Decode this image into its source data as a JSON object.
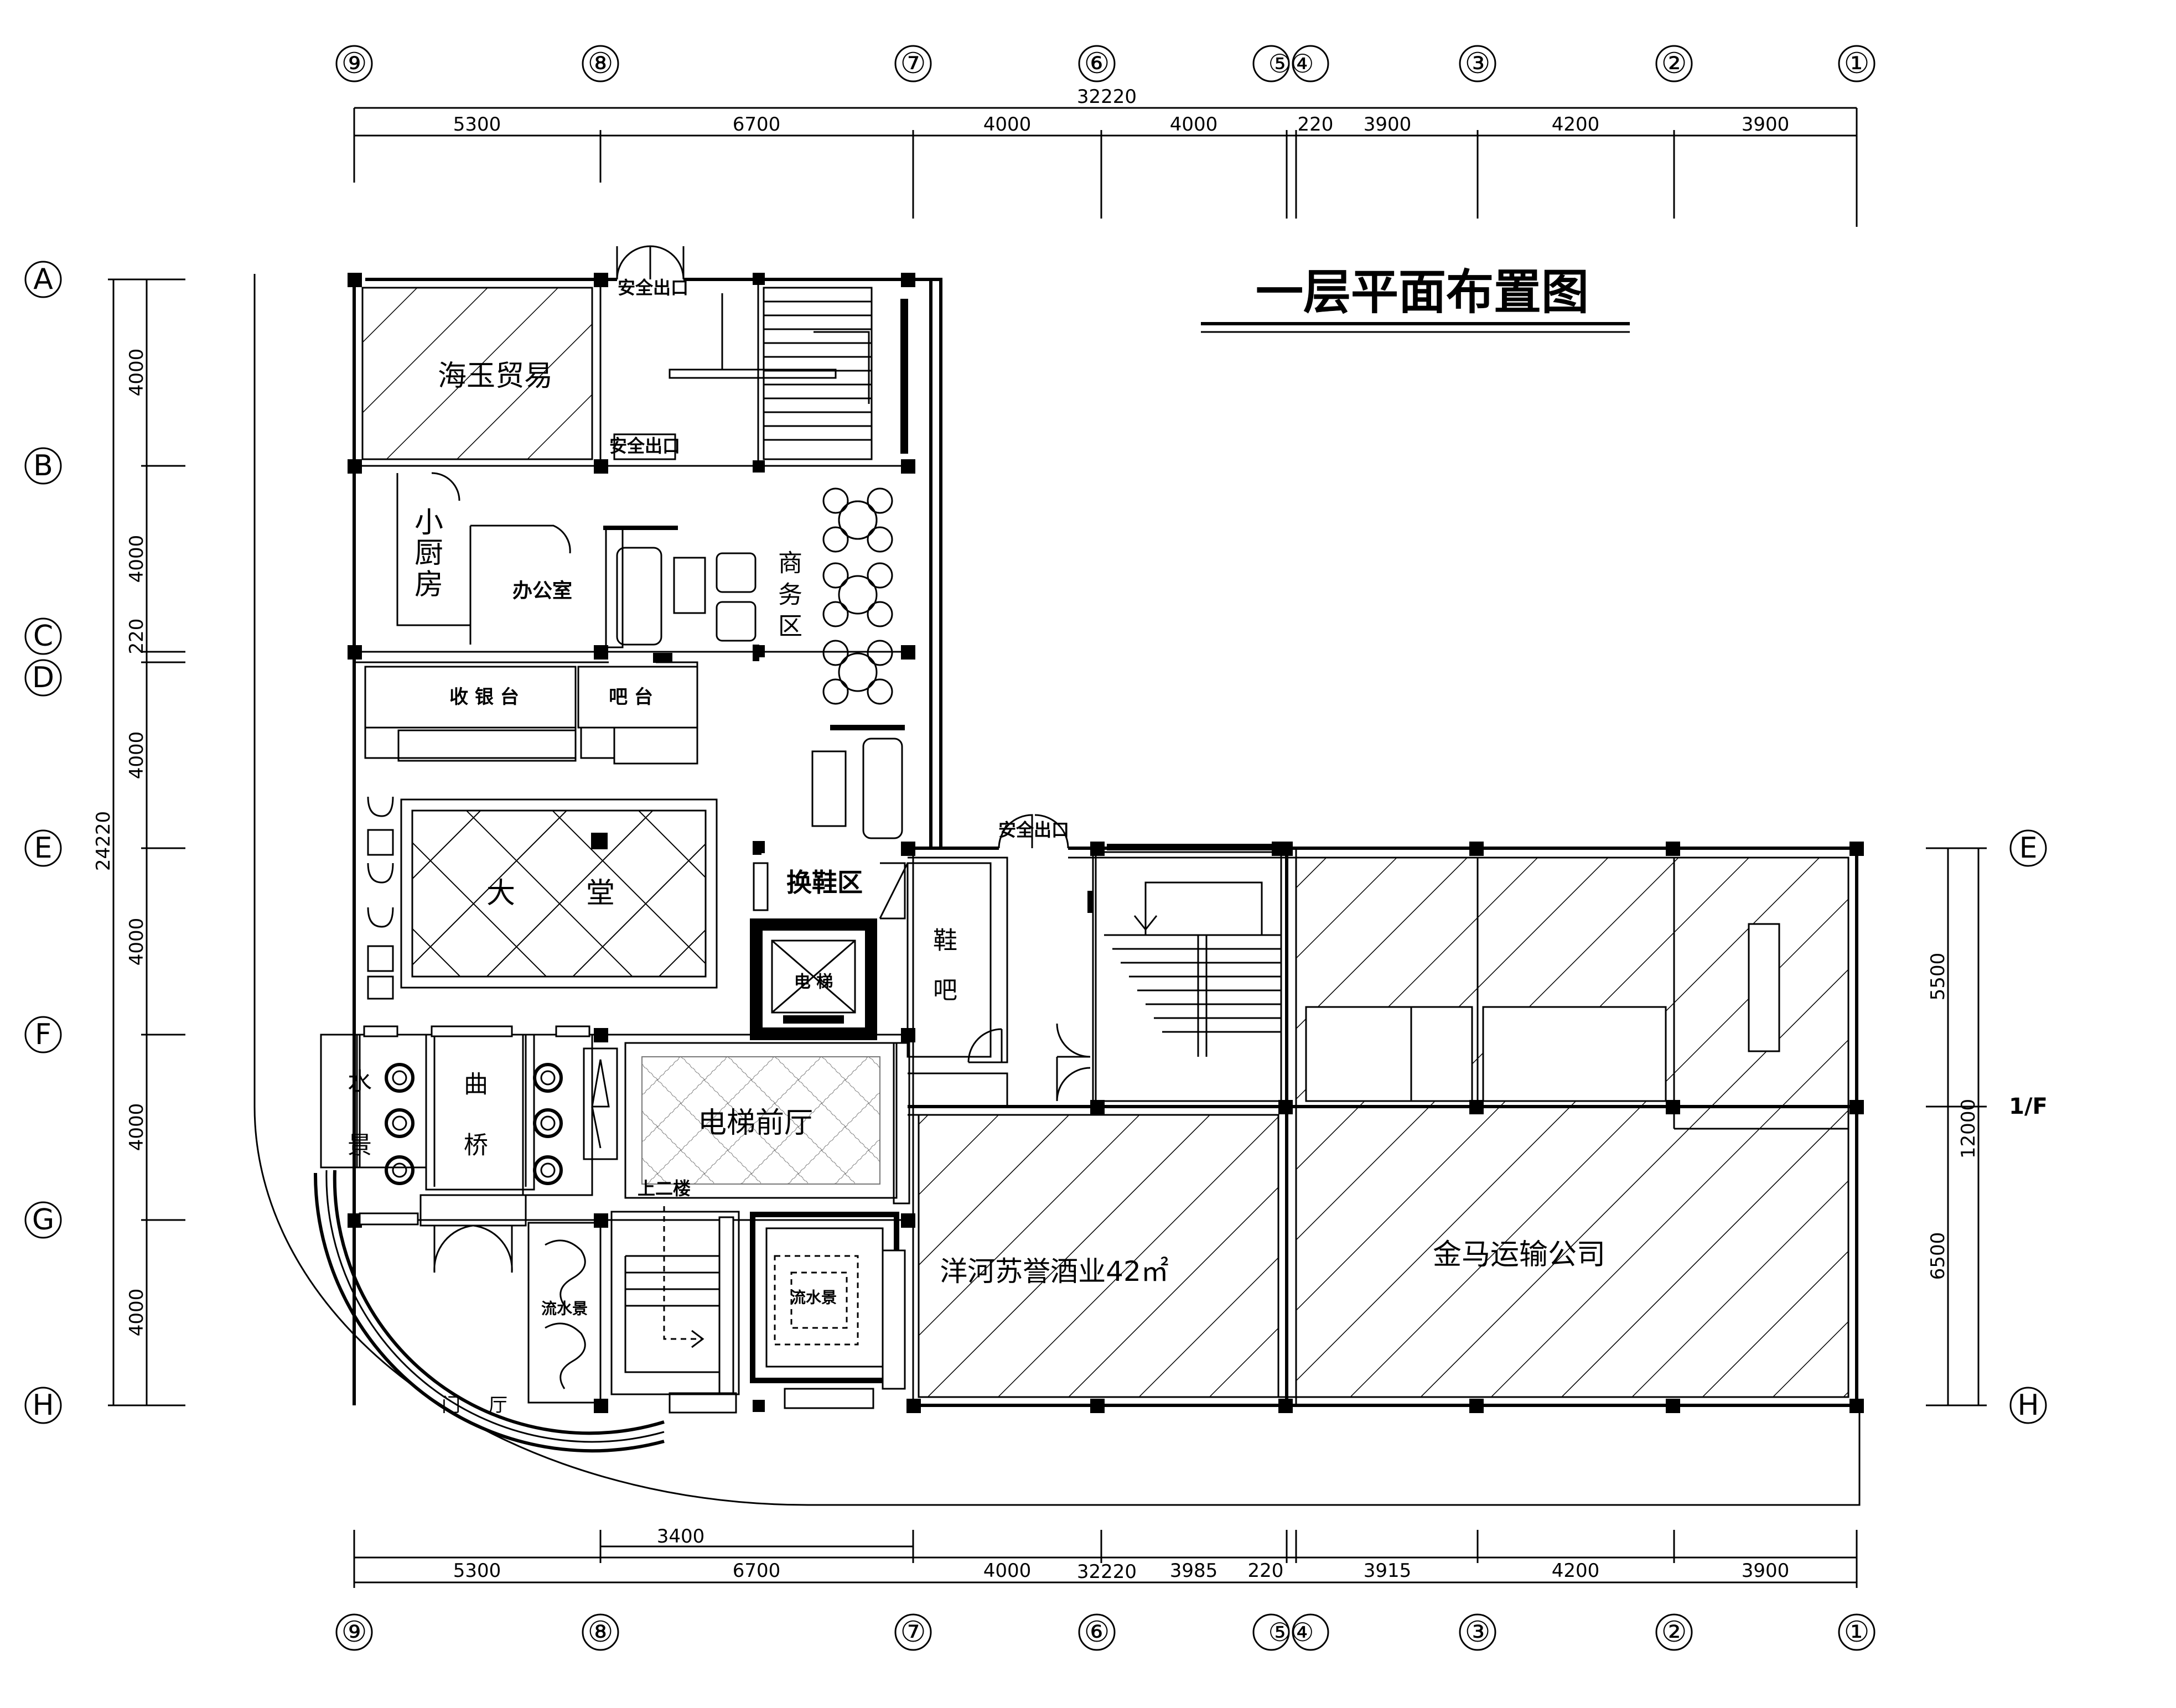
{
  "title": "一层平面布置图",
  "column_axes": [
    "⑨",
    "⑧",
    "⑦",
    "⑥",
    "⑤④",
    "③",
    "②",
    "①"
  ],
  "row_axes": [
    "A",
    "B",
    "C",
    "D",
    "E",
    "F",
    "G",
    "H"
  ],
  "row_axis_right_mid": "1/F",
  "dims_top": {
    "total": "32220",
    "segments": [
      "5300",
      "6700",
      "4000",
      "4000",
      "220",
      "3900",
      "4200",
      "3900"
    ]
  },
  "dims_bottom": {
    "total": "32220",
    "sub": "3400",
    "segments": [
      "5300",
      "6700",
      "4000",
      "3985",
      "220",
      "3915",
      "4200",
      "3900"
    ]
  },
  "dims_left": {
    "total": "24220",
    "segments": [
      "4000",
      "4000",
      "220",
      "4000",
      "4000",
      "4000",
      "4000"
    ]
  },
  "dims_right": {
    "total": "12000",
    "segments": [
      "5500",
      "6500"
    ]
  },
  "rooms": {
    "haiyu": "海玉贸易",
    "exit_top": "安全出口",
    "exit_mid": "安全出口",
    "exit_right": "安全出口",
    "kitchen": [
      "小",
      "厨",
      "房"
    ],
    "office": "办公室",
    "business": [
      "商",
      "务",
      "区"
    ],
    "cashier": "收 银 台",
    "bar": "吧 台",
    "lobby_1": "大",
    "lobby_2": "堂",
    "shoe_change": "换鞋区",
    "shoe_bar": [
      "鞋",
      "吧"
    ],
    "elevator": "电 梯",
    "water_feature": [
      "水",
      "景"
    ],
    "bridge": [
      "曲",
      "桥"
    ],
    "elevator_hall": "电梯前厅",
    "upstairs": "上二楼",
    "flow_water_1": "流水景",
    "flow_water_2": "流水景",
    "wine": "洋河苏誉酒业42㎡",
    "transport": "金马运输公司",
    "entrance_1": "门",
    "entrance_2": "厅"
  }
}
